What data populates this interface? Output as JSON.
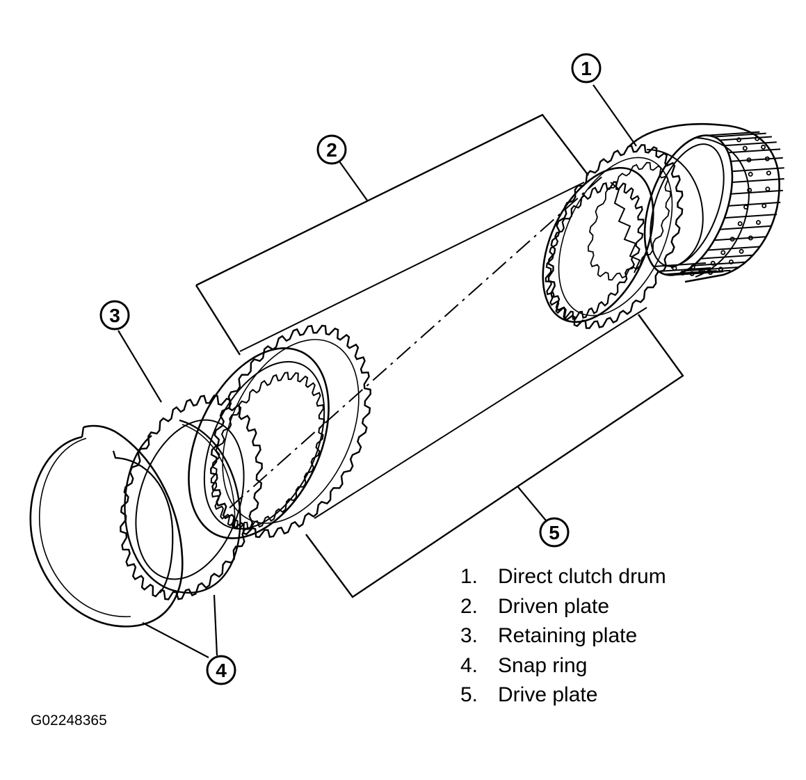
{
  "callouts": [
    "1",
    "2",
    "3",
    "4",
    "5"
  ],
  "legend": [
    {
      "num": "1.",
      "label": "Direct clutch drum"
    },
    {
      "num": "2.",
      "label": "Driven plate"
    },
    {
      "num": "3.",
      "label": "Retaining plate"
    },
    {
      "num": "4.",
      "label": "Snap ring"
    },
    {
      "num": "5.",
      "label": "Drive plate"
    }
  ],
  "figure_id": "G02248365",
  "colors": {
    "ink": "#000000",
    "paper": "#ffffff"
  }
}
